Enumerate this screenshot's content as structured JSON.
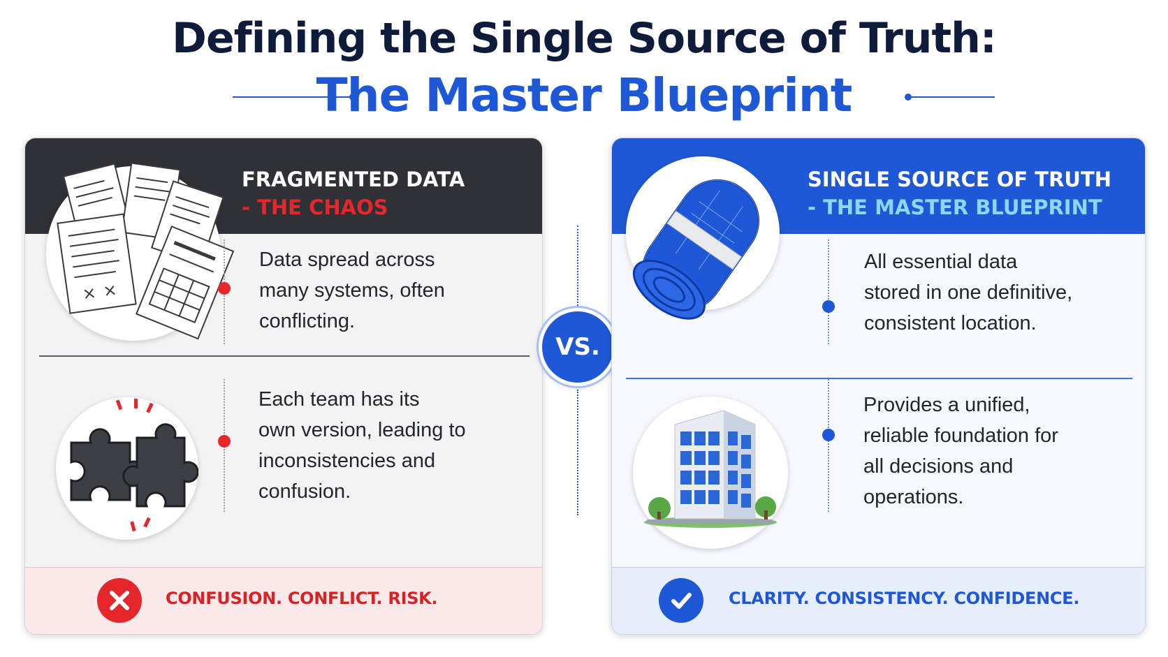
{
  "title": {
    "line1": "Defining the Single Source of Truth:",
    "line2": "The Master Blueprint"
  },
  "left_panel": {
    "heading": "FRAGMENTED DATA",
    "subheading": "- THE CHAOS",
    "rows": [
      {
        "icon": "scattered-documents-icon",
        "lines": [
          "Data spread across",
          "many systems, often",
          "conflicting."
        ]
      },
      {
        "icon": "broken-puzzle-icon",
        "lines": [
          "Each team has its",
          "own version, leading to",
          "inconsistencies and",
          "confusion."
        ]
      }
    ],
    "footer": {
      "icon": "x-icon",
      "text": "CONFUSION. CONFLICT. RISK."
    }
  },
  "vs_label": "VS.",
  "right_panel": {
    "heading": "SINGLE SOURCE OF TRUTH",
    "subheading": "- THE MASTER BLUEPRINT",
    "rows": [
      {
        "icon": "rolled-blueprint-icon",
        "lines": [
          "All essential data",
          "stored in one definitive,",
          "consistent location."
        ]
      },
      {
        "icon": "office-building-icon",
        "lines": [
          "Provides a unified,",
          "reliable foundation for",
          "all decisions and",
          "operations."
        ]
      }
    ],
    "footer": {
      "icon": "checkmark-icon",
      "text": "CLARITY. CONSISTENCY. CONFIDENCE."
    }
  },
  "colors": {
    "navy": "#0f1b3a",
    "blue": "#1f58d6",
    "red": "#e5262b",
    "dark_header": "#2f3136",
    "light_cyan": "#8fd6f3"
  }
}
